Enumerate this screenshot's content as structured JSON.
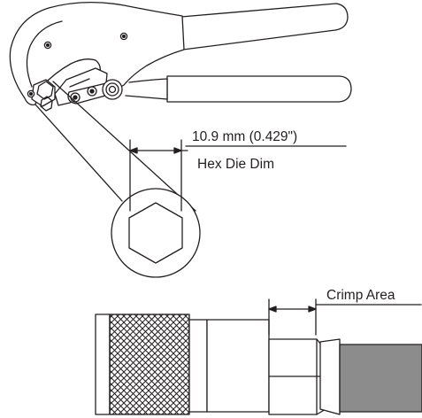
{
  "annotations": {
    "hex_dimension": "10.9 mm (0.429\")",
    "hex_caption": "Hex Die Dim",
    "crimp_area": "Crimp Area"
  },
  "colors": {
    "stroke": "#231f20",
    "cable_jacket": "#8c8c8c",
    "background": "#ffffff"
  }
}
